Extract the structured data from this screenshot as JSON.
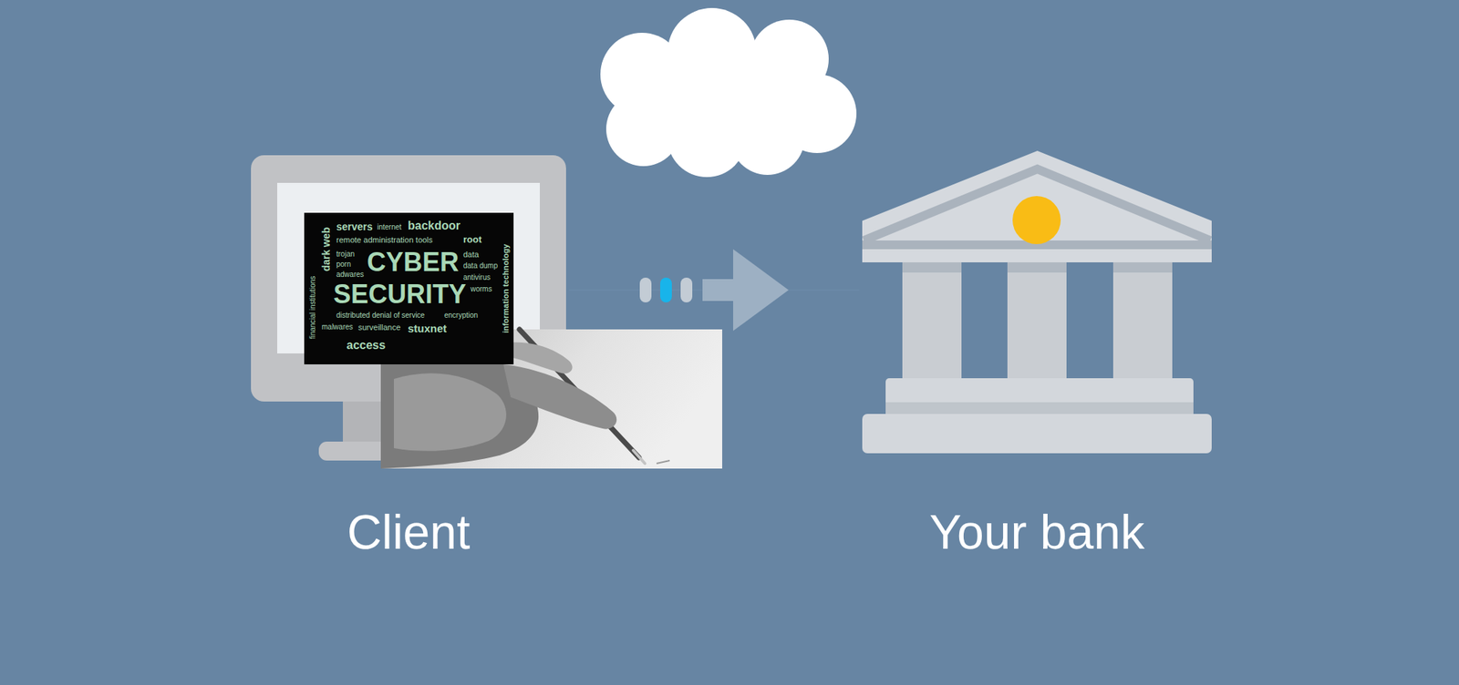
{
  "diagram": {
    "nodes": [
      {
        "text": [
          "Client"
        ]
      },
      {
        "text": [
          "Your bank"
        ]
      }
    ],
    "edges": [
      {
        "from": 0,
        "to": 1,
        "arrow": "to"
      }
    ],
    "labels": [
      "financial institutions",
      "dark web",
      "servers",
      "internet",
      "backdoor",
      "remote administration tools",
      "root",
      "trojan",
      "CYBER",
      "data",
      "porn",
      "data dump",
      "adwares",
      "antivirus",
      "SECURITY",
      "worms",
      "information technology",
      "distributed denial of service",
      "encryption",
      "malwares",
      "surveillance",
      "stuxnet",
      "access"
    ]
  }
}
